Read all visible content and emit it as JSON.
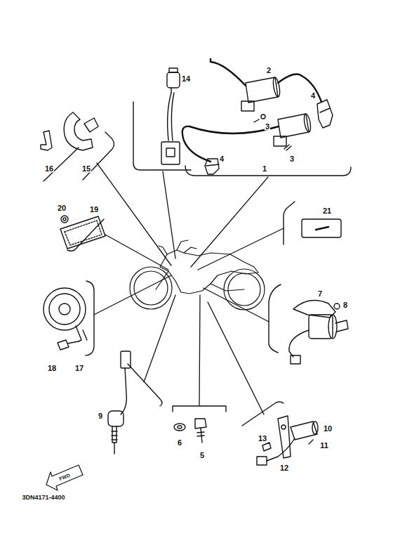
{
  "diagram": {
    "labels": [
      "14",
      "2",
      "4",
      "3",
      "4",
      "3",
      "1",
      "16",
      "15",
      "20",
      "19",
      "21",
      "7",
      "8",
      "18",
      "17",
      "9",
      "10",
      "11",
      "13",
      "12",
      "6",
      "5",
      "FWD",
      "3DN4171-4400"
    ]
  }
}
